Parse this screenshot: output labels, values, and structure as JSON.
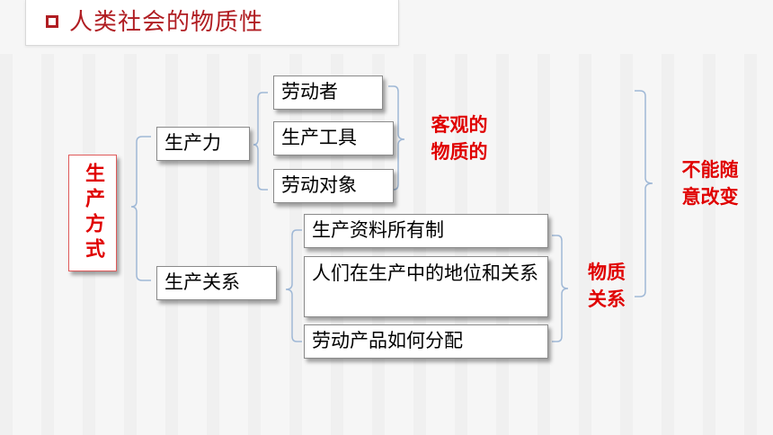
{
  "title": {
    "text": "人类社会的物质性"
  },
  "diagram": {
    "root": "生产方式",
    "productive_forces": {
      "label": "生产力",
      "items": [
        "劳动者",
        "生产工具",
        "劳动对象"
      ],
      "note": "客观的\n物质的"
    },
    "relations_of_production": {
      "label": "生产关系",
      "items": [
        "生产资料所有制",
        "人们在生产中的地位和关系",
        "劳动产品如何分配"
      ],
      "note": "物质\n关系"
    },
    "conclusion": "不能随\n意改变"
  },
  "colors": {
    "title_red": "#b01d22",
    "label_red": "#e00000",
    "bracket_blue": "#9fb8d6"
  }
}
